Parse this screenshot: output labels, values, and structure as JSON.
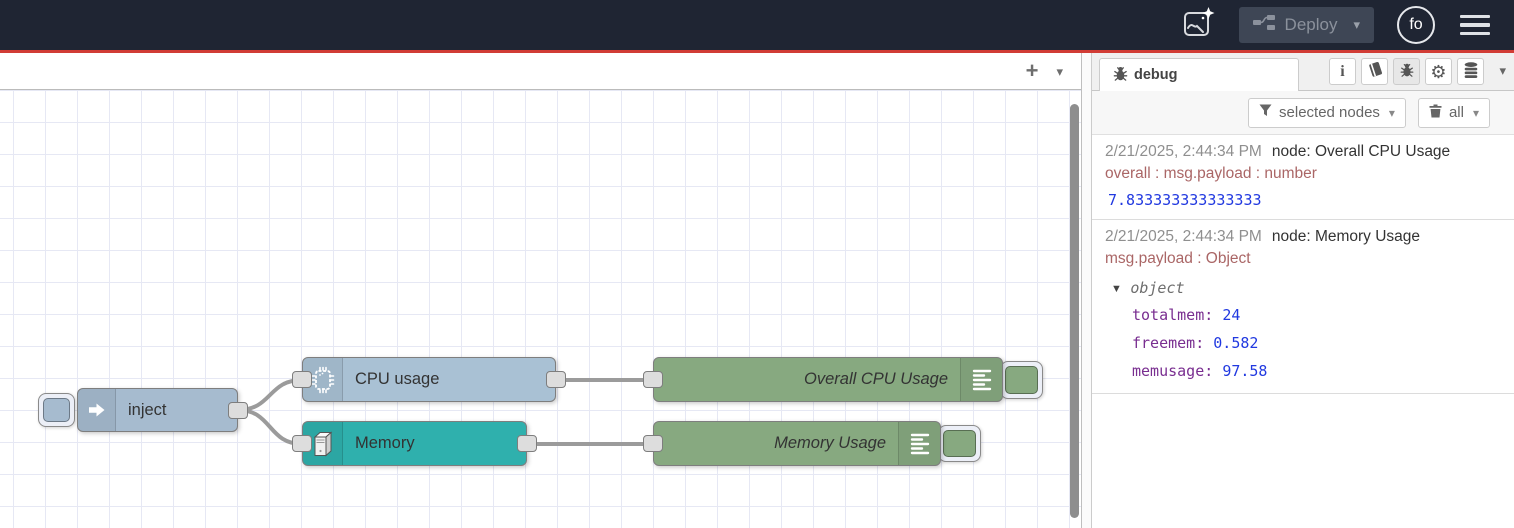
{
  "header": {
    "deploy_label": "Deploy",
    "user_initials": "fo"
  },
  "canvas": {
    "add_flow_label": "+",
    "nodes": [
      {
        "id": "inject",
        "label": "inject",
        "type": "inject",
        "color": "#a6bbcf"
      },
      {
        "id": "cpu",
        "label": "CPU usage",
        "type": "cpu",
        "color": "#a9c1d4"
      },
      {
        "id": "memory",
        "label": "Memory",
        "type": "memory",
        "color": "#2fb0ad"
      },
      {
        "id": "debug-cpu",
        "label": "Overall CPU Usage",
        "type": "debug",
        "color": "#87a980"
      },
      {
        "id": "debug-mem",
        "label": "Memory Usage",
        "type": "debug",
        "color": "#87a980"
      }
    ]
  },
  "sidebar": {
    "tab_label": "debug",
    "filter_label": "selected nodes",
    "clear_label": "all",
    "messages": [
      {
        "timestamp": "2/21/2025, 2:44:34 PM",
        "node": "node: Overall CPU Usage",
        "meta": "overall : msg.payload : number",
        "payload": "7.833333333333333"
      },
      {
        "timestamp": "2/21/2025, 2:44:34 PM",
        "node": "node: Memory Usage",
        "meta": "msg.payload : Object",
        "object_label": "object",
        "properties": [
          {
            "key": "totalmem:",
            "value": "24"
          },
          {
            "key": "freemem:",
            "value": "0.582"
          },
          {
            "key": "memusage:",
            "value": "97.58"
          }
        ]
      }
    ]
  },
  "icons": {
    "caret_down": "▾",
    "tree_caret": "▼",
    "info_glyph": "i",
    "gear_glyph": "⚙"
  },
  "colors": {
    "accent_red": "#d13c35",
    "header_bg": "#1f2533",
    "inject_blue": "#a6bbcf",
    "cpu_blue": "#a9c1d4",
    "memory_teal": "#2fb0ad",
    "debug_green": "#87a980",
    "msg_timestamp": "#8f8f8f",
    "msg_meta": "#a66",
    "msg_value_blue": "#2139e0",
    "msg_key_purple": "#792e90"
  }
}
